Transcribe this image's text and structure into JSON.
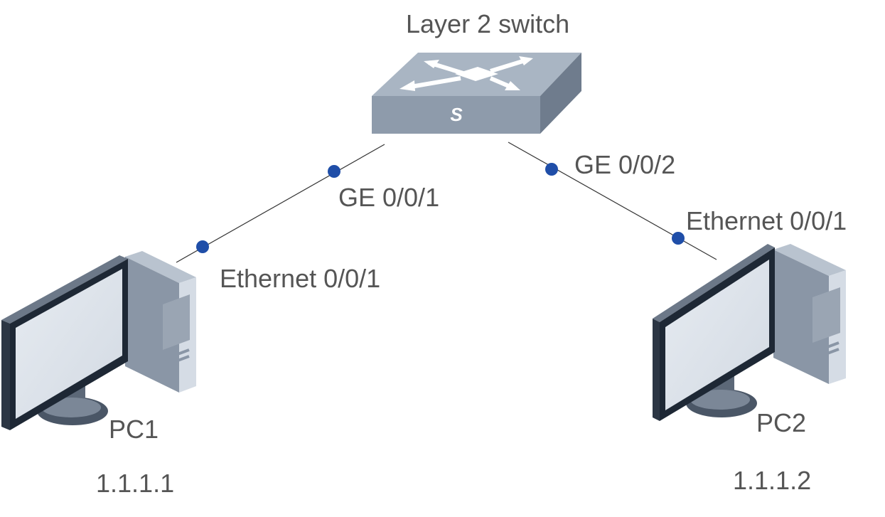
{
  "diagram": {
    "switch": {
      "label": "Layer 2 switch",
      "badge": "S",
      "icon": "layer2-switch-icon",
      "color": "#8E9BAB"
    },
    "links": [
      {
        "switch_port": "GE 0/0/1",
        "pc_port": "Ethernet 0/0/1",
        "pc": "PC1"
      },
      {
        "switch_port": "GE 0/0/2",
        "pc_port": "Ethernet 0/0/1",
        "pc": "PC2"
      }
    ],
    "hosts": [
      {
        "name": "PC1",
        "ip": "1.1.1.1",
        "icon": "desktop-pc-icon"
      },
      {
        "name": "PC2",
        "ip": "1.1.1.2",
        "icon": "desktop-pc-icon"
      }
    ],
    "colors": {
      "port_dot": "#1F4EA8",
      "link": "#333333",
      "text": "#555555"
    }
  }
}
